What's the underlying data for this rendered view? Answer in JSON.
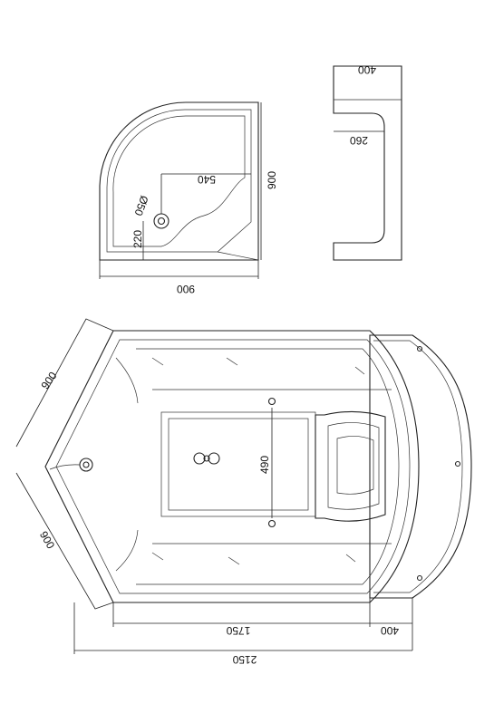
{
  "tray_plan": {
    "width_label": "900",
    "depth_label": "900",
    "seat_width_label": "540",
    "drain_offset_label": "220",
    "drain_label": "Ø50"
  },
  "tray_side": {
    "height_label": "400",
    "inner_label": "260"
  },
  "cabin_plan": {
    "side_a_label": "900",
    "side_b_label": "900",
    "depth_label": "1750",
    "extension_label": "400",
    "total_label": "2150",
    "seat_label": "490"
  }
}
